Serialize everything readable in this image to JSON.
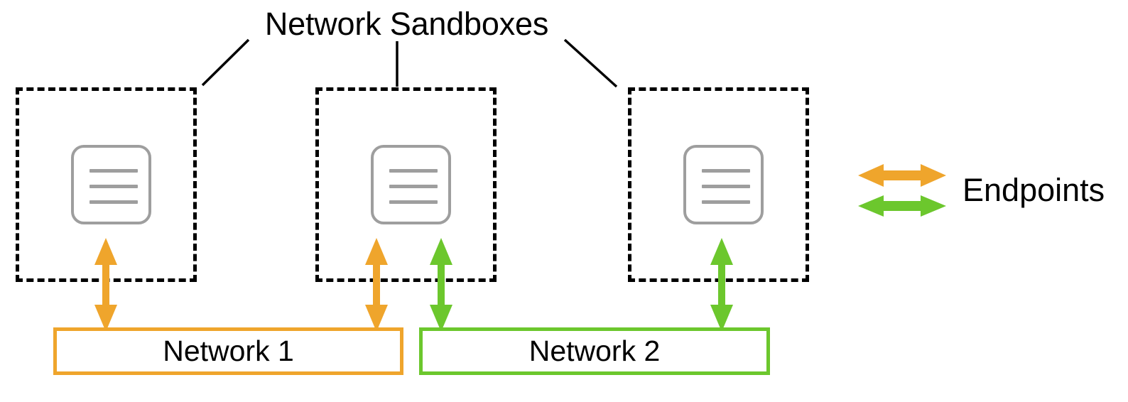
{
  "diagram": {
    "title": "Network Sandboxes",
    "background_color": "#ffffff",
    "sandbox_border_color": "#000000",
    "icon_color": "#9e9e9e",
    "orange": "#efa52c",
    "green": "#6cc72d",
    "sandboxes": [
      {
        "id": "sandbox-1",
        "icon_name": "container-icon"
      },
      {
        "id": "sandbox-2",
        "icon_name": "container-icon"
      },
      {
        "id": "sandbox-3",
        "icon_name": "container-icon"
      }
    ],
    "networks": [
      {
        "id": "network-1",
        "label": "Network 1",
        "color": "#efa52c"
      },
      {
        "id": "network-2",
        "label": "Network 2",
        "color": "#6cc72d"
      }
    ],
    "connections": [
      {
        "from": "sandbox-1",
        "to": "network-1",
        "color": "#efa52c",
        "style": "double-arrow"
      },
      {
        "from": "sandbox-2",
        "to": "network-1",
        "color": "#efa52c",
        "style": "double-arrow"
      },
      {
        "from": "sandbox-2",
        "to": "network-2",
        "color": "#6cc72d",
        "style": "double-arrow"
      },
      {
        "from": "sandbox-3",
        "to": "network-2",
        "color": "#6cc72d",
        "style": "double-arrow"
      }
    ],
    "legend": {
      "label": "Endpoints",
      "items": [
        {
          "color": "#efa52c",
          "style": "double-arrow"
        },
        {
          "color": "#6cc72d",
          "style": "double-arrow"
        }
      ]
    }
  }
}
